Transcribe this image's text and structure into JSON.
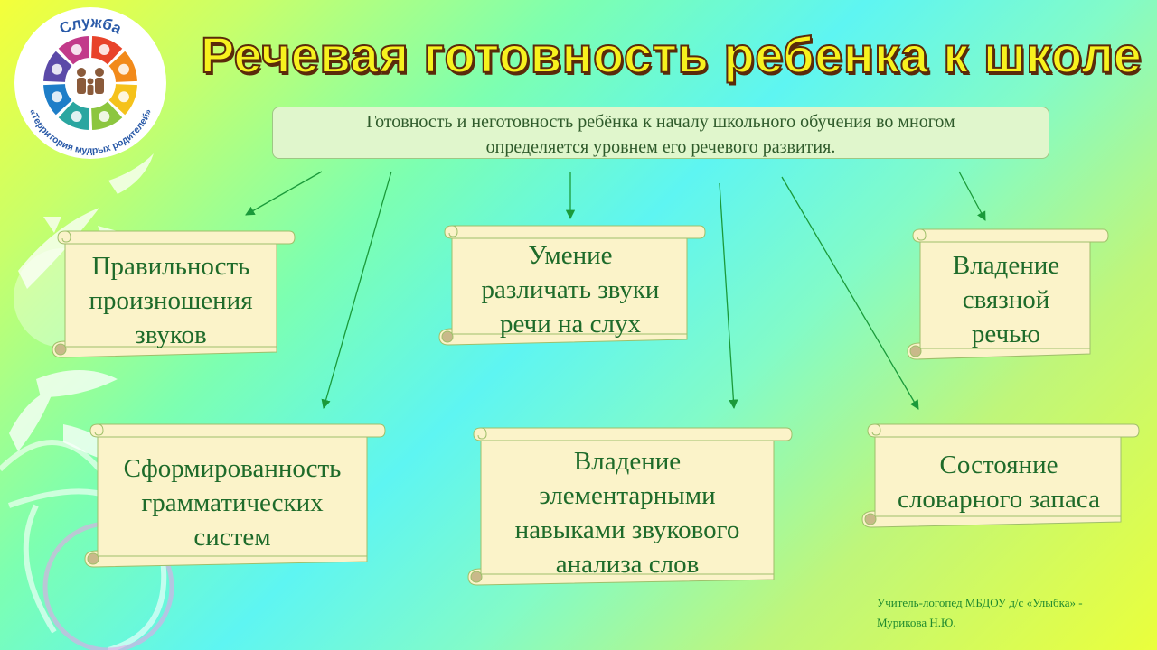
{
  "logo": {
    "top_text": "Служба",
    "ring_text": "«Территория мудрых родителей»",
    "center_icon": "family-icon",
    "segment_icons": [
      "book-icon",
      "tree-icon",
      "palette-icon",
      "scales-icon",
      "heart-icon",
      "chart-icon",
      "gear-icon",
      "people-icon"
    ],
    "segment_colors": [
      "#e8432a",
      "#f28a1a",
      "#f5c21b",
      "#8cc63f",
      "#2aa6a0",
      "#1e7ec8",
      "#5b4aa8",
      "#c23a8a"
    ]
  },
  "title": "Речевая готовность ребенка к школе",
  "subtitle": {
    "line1": "Готовность и неготовность ребёнка к началу школьного обучения во многом",
    "line2": "определяется уровнем его речевого развития."
  },
  "nodes": {
    "pronunciation": {
      "l1": "Правильность",
      "l2": "произношения",
      "l3": "звуков"
    },
    "discrimination": {
      "l1": "Умение",
      "l2": "различать звуки",
      "l3": "речи на слух"
    },
    "coherent": {
      "l1": "Владение",
      "l2": "связной",
      "l3": "речью"
    },
    "grammar": {
      "l1": "Сформированность",
      "l2": "грамматических",
      "l3": "систем"
    },
    "analysis": {
      "l1": "Владение",
      "l2": "элементарными",
      "l3": "навыками звукового",
      "l4": "анализа слов"
    },
    "vocabulary": {
      "l1": "Состояние",
      "l2": "словарного запаса"
    }
  },
  "footer": {
    "line1": "Учитель-логопед МБДОУ д/с «Улыбка»  -",
    "line2": "Мурикова Н.Ю."
  },
  "colors": {
    "scroll_fill": "#fbf3c9",
    "scroll_stroke": "#9fbf6a",
    "node_text": "#1e6b2a",
    "arrow": "#1a9a3a",
    "title_fill": "#f7f21e",
    "title_outline": "#5a2a0a"
  }
}
